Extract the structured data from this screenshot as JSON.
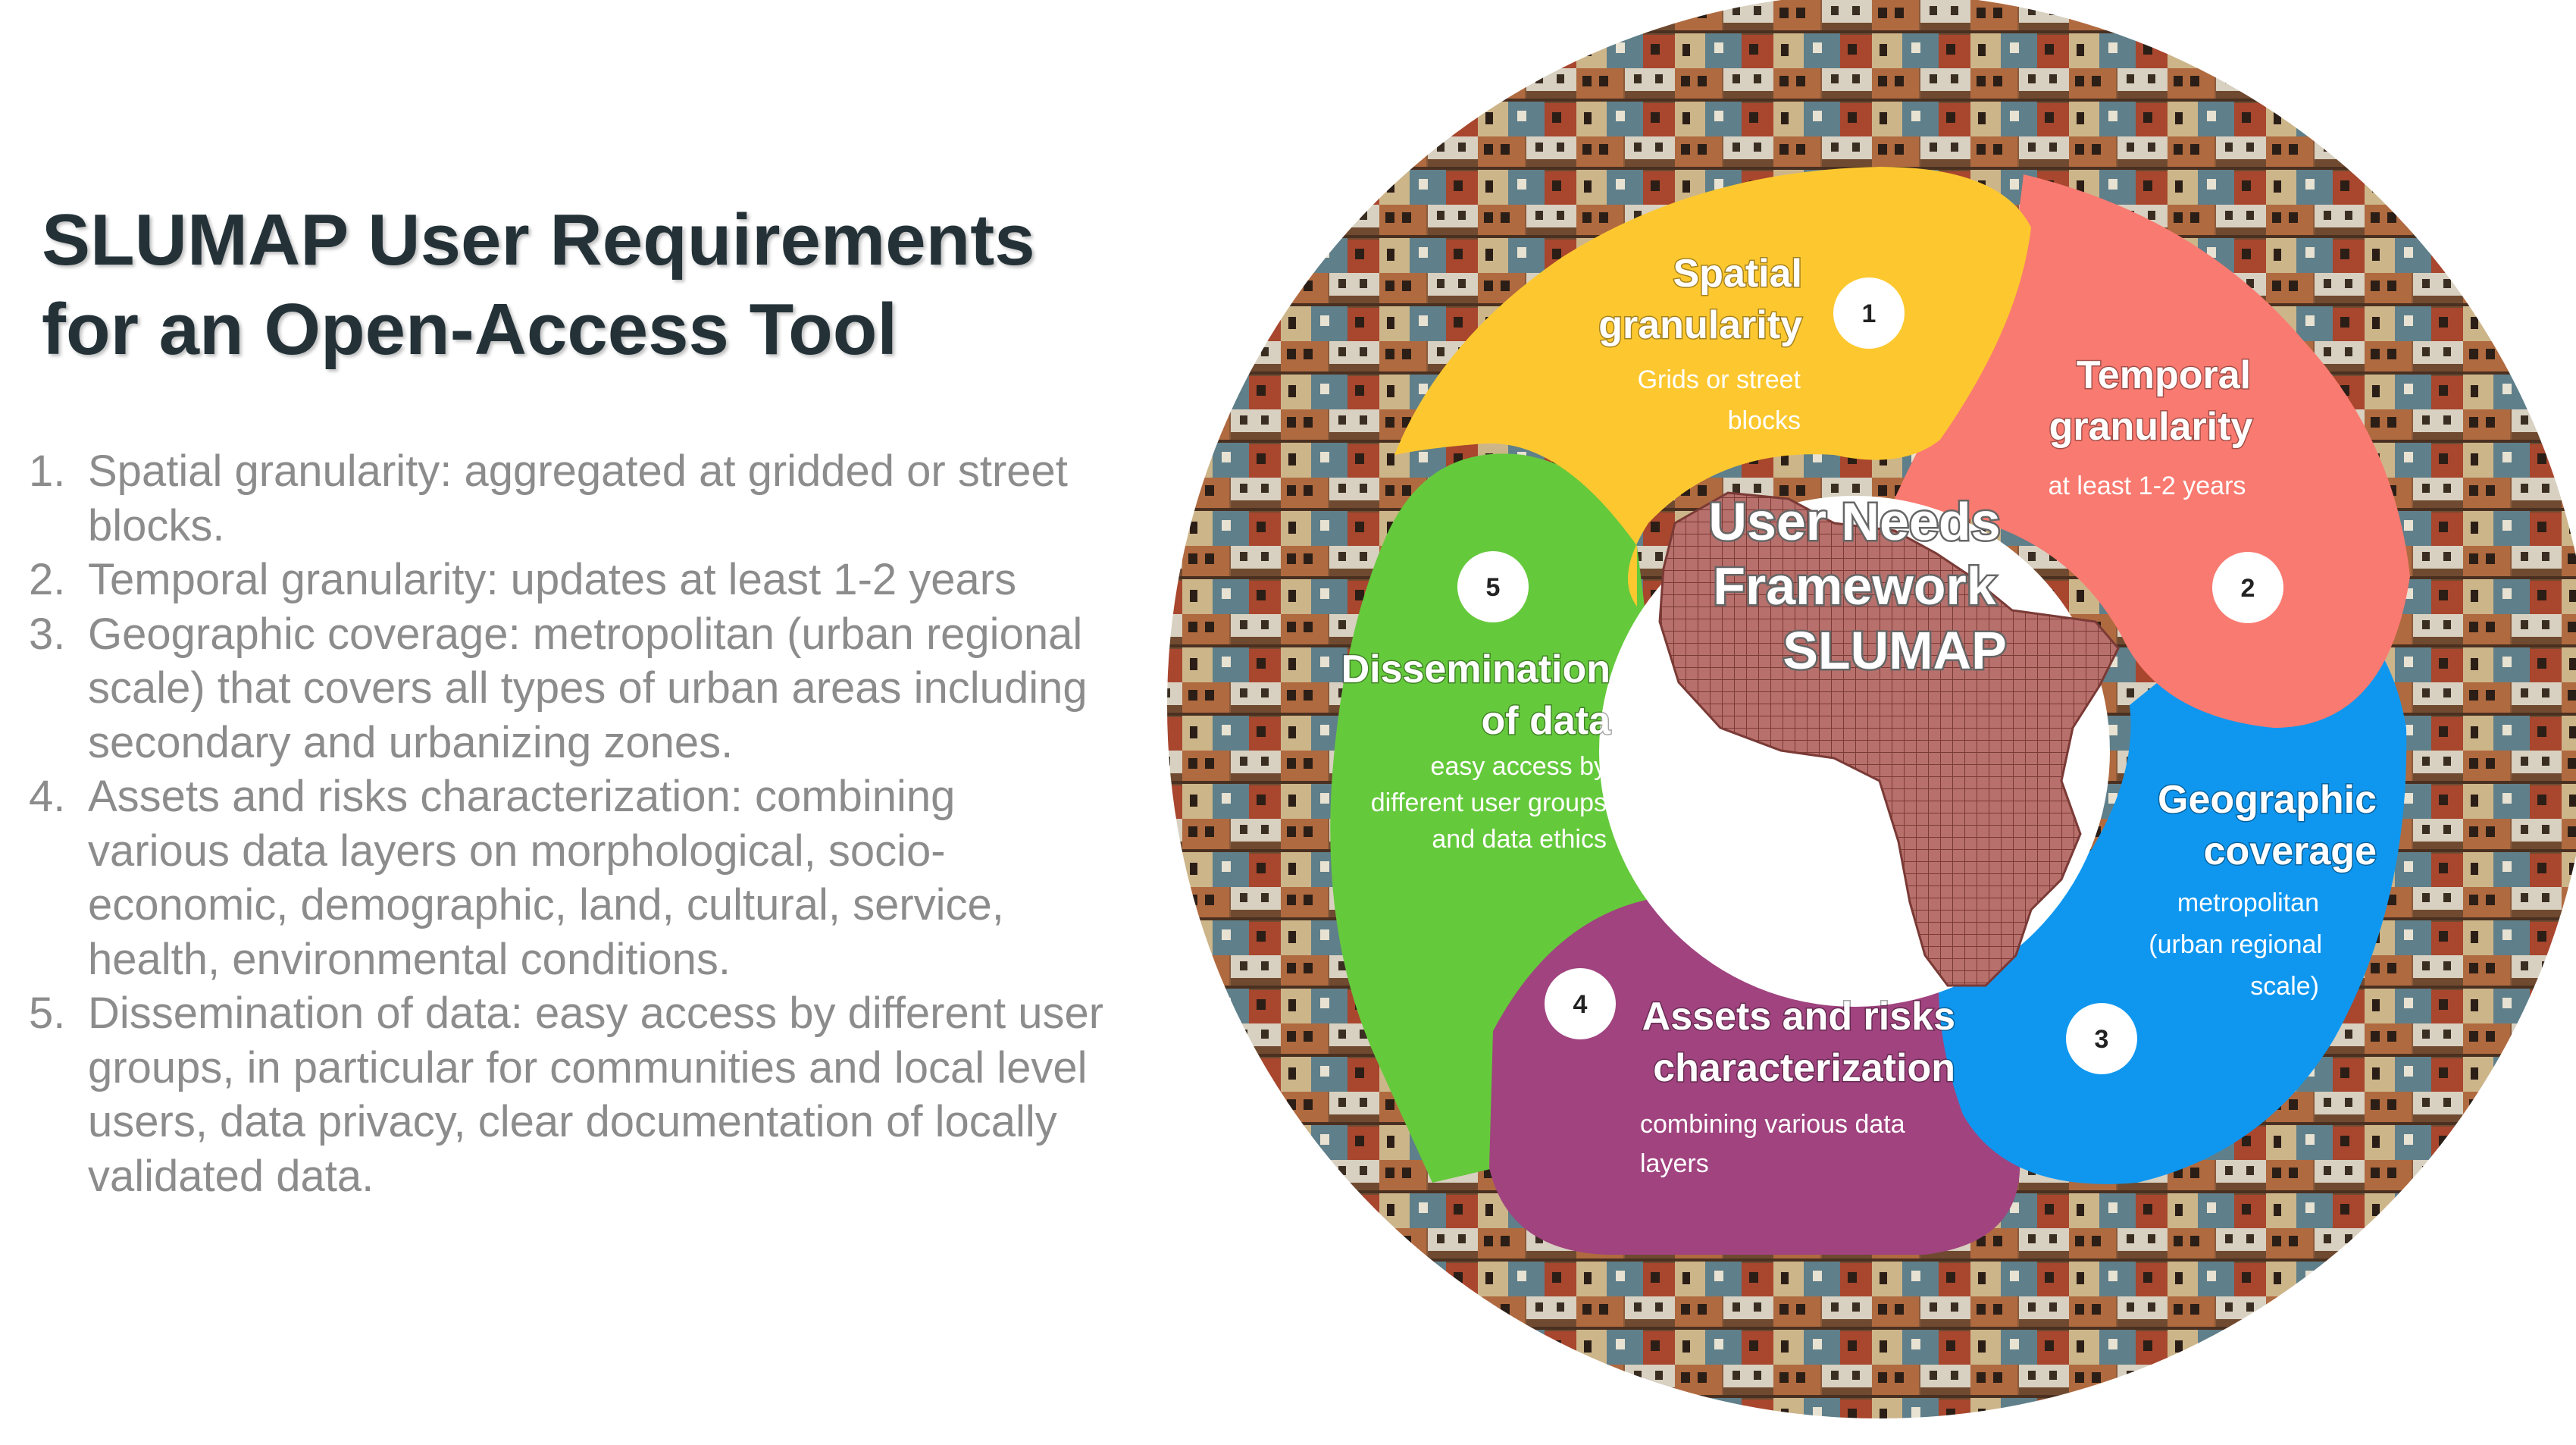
{
  "title": {
    "line1": "SLUMAP User Requirements",
    "line2": "for an Open-Access Tool"
  },
  "requirements": [
    {
      "num": "1.",
      "text": "Spatial granularity: aggregated at gridded or street blocks."
    },
    {
      "num": "2.",
      "text": "Temporal granularity: updates at least 1-2 years"
    },
    {
      "num": "3.",
      "text": "Geographic coverage: metropolitan (urban regional scale) that covers all types of urban areas including secondary and urbanizing zones."
    },
    {
      "num": "4.",
      "text": "Assets and risks characterization: combining various data layers on morphological, socio-economic, demographic, land, cultural, service, health, environmental conditions."
    },
    {
      "num": "5.",
      "text": "Dissemination of data: easy access by different user groups, in particular  for communities and local level users, data privacy, clear documentation of locally validated data."
    }
  ],
  "diagram": {
    "center": {
      "line1": "User Needs",
      "line2": "Framework",
      "line3": "SLUMAP"
    },
    "segments": [
      {
        "num": "1",
        "title1": "Spatial",
        "title2": "granularity",
        "sub1": "Grids or street",
        "sub2": "blocks",
        "color": "#fdc82f"
      },
      {
        "num": "2",
        "title1": "Temporal",
        "title2": "granularity",
        "sub1": "at least 1-2 years",
        "color": "#f97a70"
      },
      {
        "num": "3",
        "title1": "Geographic",
        "title2": "coverage",
        "sub1": "metropolitan",
        "sub2": "(urban regional",
        "sub3": "scale)",
        "color": "#0f97f0"
      },
      {
        "num": "4",
        "title1": "Assets and risks",
        "title2": "characterization",
        "sub1": "combining various data",
        "sub2": "layers",
        "color": "#a0437f"
      },
      {
        "num": "5",
        "title1": "Dissemination",
        "title2": "of data",
        "sub1": "easy access by",
        "sub2": "different user groups",
        "sub3": "and data ethics",
        "color": "#65c93c"
      }
    ]
  }
}
